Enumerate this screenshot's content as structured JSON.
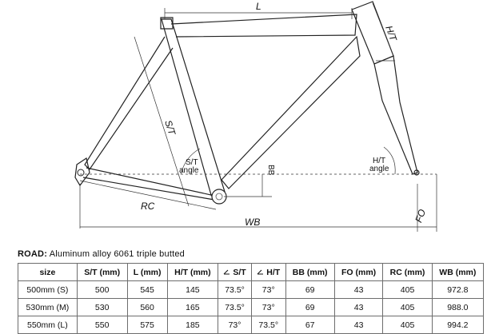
{
  "labels": {
    "L": "L",
    "HT": "H/T",
    "ST": "S/T",
    "ST_angle_top": "S/T",
    "ST_angle_bottom": "angle",
    "HT_angle_top": "H/T",
    "HT_angle_bottom": "angle",
    "BB": "BB",
    "RC": "RC",
    "WB": "WB",
    "FO": "FO"
  },
  "caption": {
    "model": "ROAD:",
    "material": "Aluminum alloy 6061 triple butted"
  },
  "table": {
    "headers": [
      "size",
      "S/T (mm)",
      "L (mm)",
      "H/T (mm)",
      "S/T",
      "H/T",
      "BB (mm)",
      "FO (mm)",
      "RC (mm)",
      "WB (mm)"
    ],
    "angle_icon": "angle-icon",
    "rows": [
      [
        "500mm (S)",
        "500",
        "545",
        "145",
        "73.5°",
        "73°",
        "69",
        "43",
        "405",
        "972.8"
      ],
      [
        "530mm (M)",
        "530",
        "560",
        "165",
        "73.5°",
        "73°",
        "69",
        "43",
        "405",
        "988.0"
      ],
      [
        "550mm (L)",
        "550",
        "575",
        "185",
        "73°",
        "73.5°",
        "67",
        "43",
        "405",
        "994.2"
      ]
    ]
  }
}
